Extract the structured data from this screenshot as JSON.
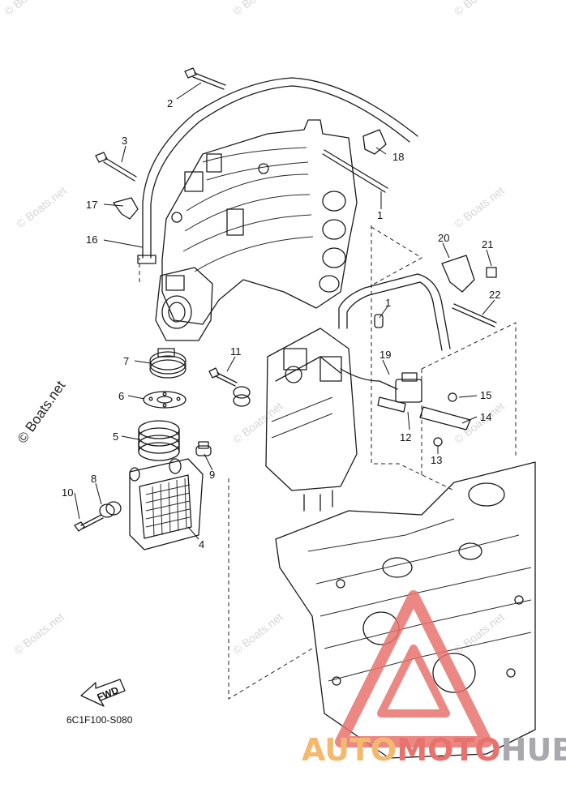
{
  "watermark_text": "© Boats.net",
  "diagram_code": "6C1F100-S080",
  "fwd_label": "FWD",
  "brand": {
    "part1": "AUTO",
    "part2": "MOTO",
    "part3": "HUB"
  },
  "callouts": {
    "c1a": "1",
    "c1b": "1",
    "c2": "2",
    "c3": "3",
    "c4": "4",
    "c5": "5",
    "c6": "6",
    "c7": "7",
    "c8": "8",
    "c9": "9",
    "c10": "10",
    "c11": "11",
    "c12": "12",
    "c13": "13",
    "c14": "14",
    "c15": "15",
    "c16": "16",
    "c17": "17",
    "c18": "18",
    "c19": "19",
    "c20": "20",
    "c21": "21",
    "c22": "22"
  },
  "colors": {
    "line": "#1a1a1a",
    "watermark": "#d6d6d6",
    "brand_orange": "#f4b96f",
    "brand_red": "#e8736e",
    "brand_gray": "#a9a9ad"
  }
}
